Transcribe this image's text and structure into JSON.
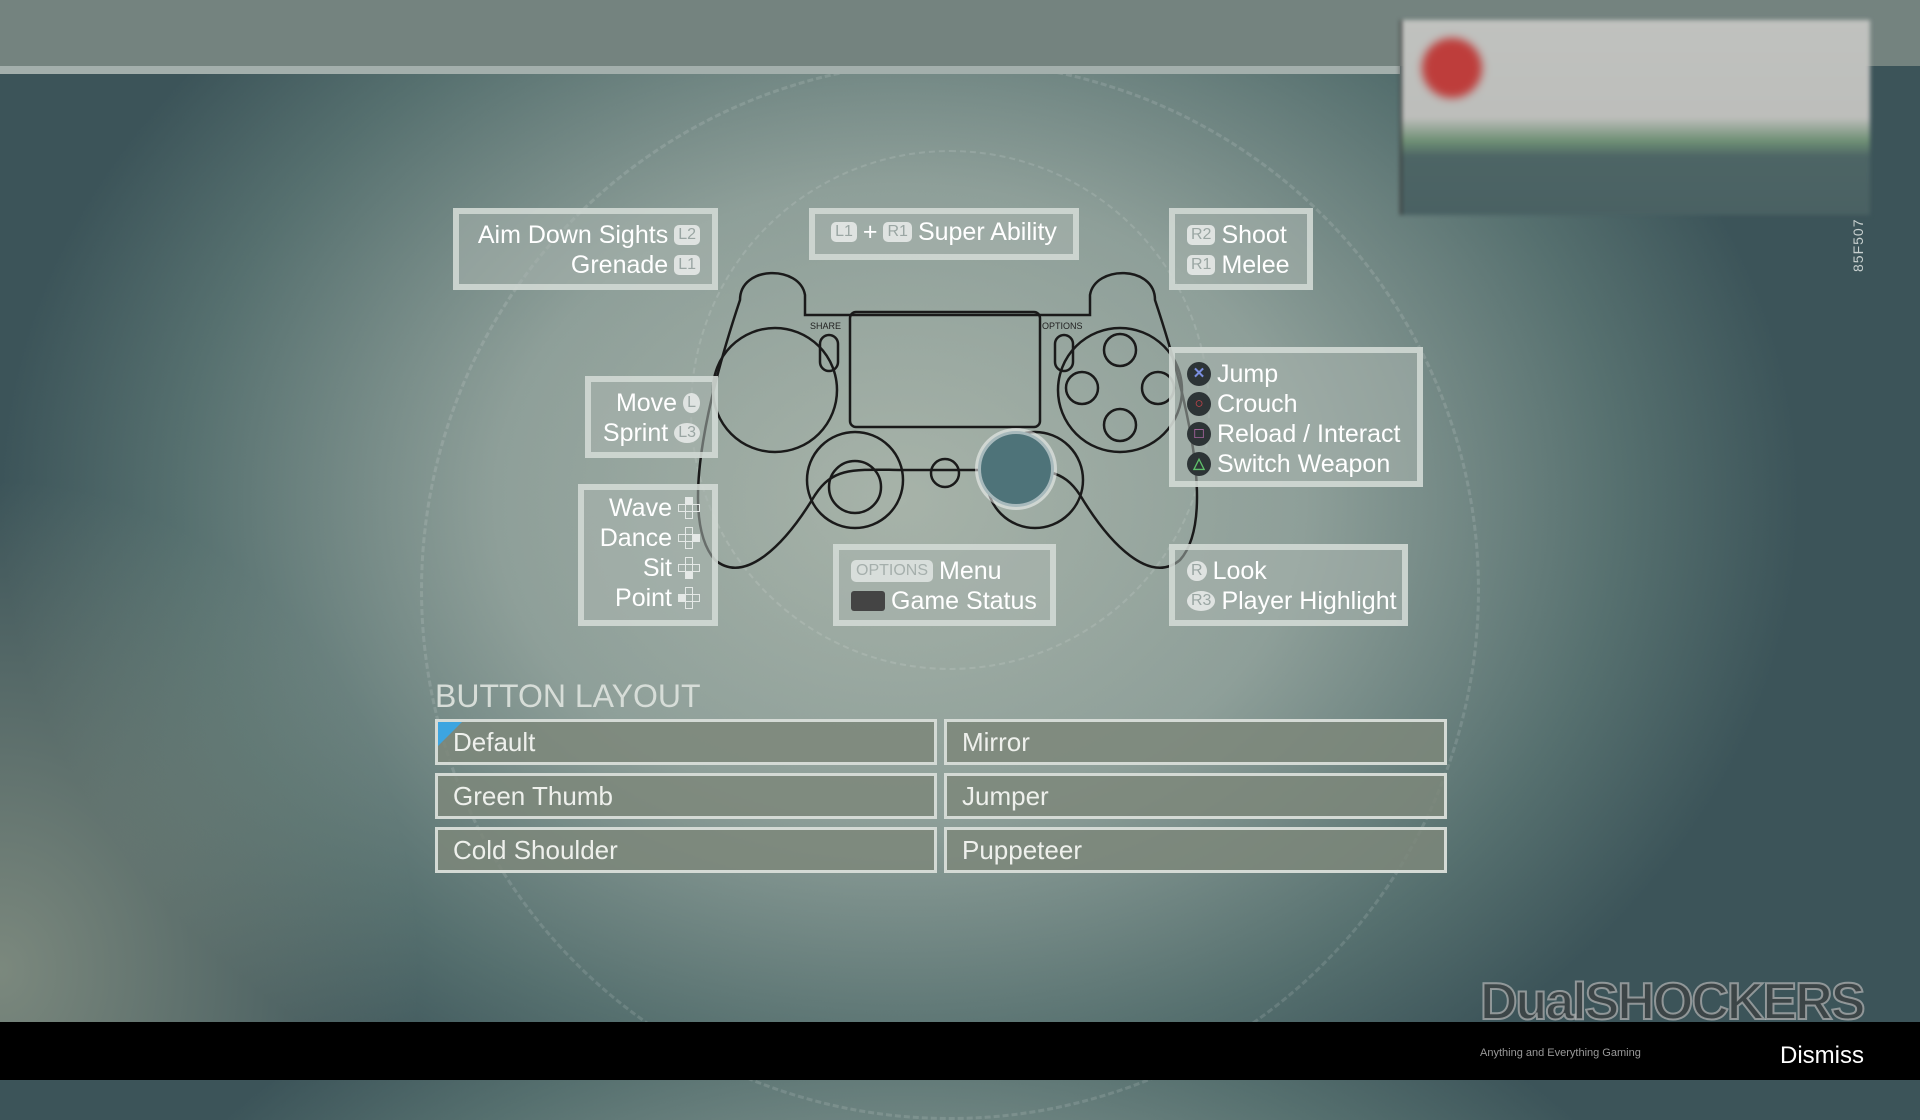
{
  "version_code": "85F507",
  "controls": {
    "triggers_left": [
      {
        "label": "Aim Down Sights",
        "button": "L2"
      },
      {
        "label": "Grenade",
        "button": "L1"
      }
    ],
    "super": {
      "button1": "L1",
      "plus": "+",
      "button2": "R1",
      "label": "Super Ability"
    },
    "triggers_right": [
      {
        "button": "R2",
        "label": "Shoot"
      },
      {
        "button": "R1",
        "label": "Melee"
      }
    ],
    "left_stick": [
      {
        "label": "Move",
        "button": "L"
      },
      {
        "label": "Sprint",
        "button": "L3"
      }
    ],
    "face": [
      {
        "label": "Jump",
        "symbol": "✕",
        "color": "#7b8fe0"
      },
      {
        "label": "Crouch",
        "symbol": "○",
        "color": "#d9464c"
      },
      {
        "label": "Reload / Interact",
        "symbol": "□",
        "color": "#e07ad0"
      },
      {
        "label": "Switch Weapon",
        "symbol": "△",
        "color": "#5fbf6a"
      }
    ],
    "emotes": [
      {
        "label": "Wave",
        "dir": "up"
      },
      {
        "label": "Dance",
        "dir": "right"
      },
      {
        "label": "Sit",
        "dir": "down"
      },
      {
        "label": "Point",
        "dir": "left"
      }
    ],
    "center": [
      {
        "button": "OPTIONS",
        "label": "Menu"
      },
      {
        "button": "touchpad",
        "label": "Game Status"
      }
    ],
    "right_stick": [
      {
        "button": "R",
        "label": "Look"
      },
      {
        "button": "R3",
        "label": "Player Highlight"
      }
    ],
    "controller_labels": {
      "share": "SHARE",
      "options": "OPTIONS"
    }
  },
  "layout": {
    "title": "BUTTON LAYOUT",
    "options": [
      "Default",
      "Mirror",
      "Green Thumb",
      "Jumper",
      "Cold Shoulder",
      "Puppeteer"
    ],
    "selected": "Default",
    "accent": "#3da5e0"
  },
  "footer": {
    "dismiss": "Dismiss",
    "watermark": "DualSHOCKERS",
    "watermark_tagline": "Anything and Everything Gaming"
  }
}
